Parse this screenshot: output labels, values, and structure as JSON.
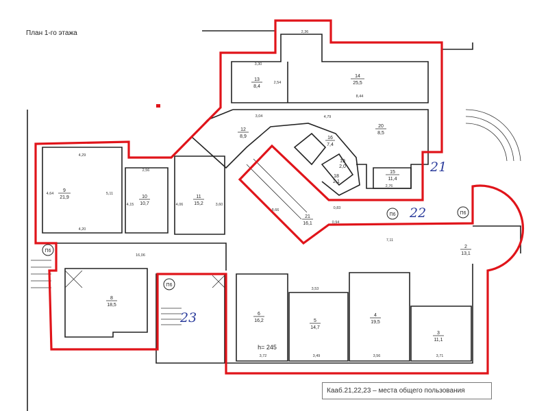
{
  "title": "План 1-го этажа",
  "legend": "Кааб.21,22,23 – места общего пользования",
  "ceiling_height": "h= 245",
  "common_areas": [
    "21",
    "22",
    "23"
  ],
  "stair_mark": "П6",
  "rooms": [
    {
      "num": "13",
      "area": "8,4"
    },
    {
      "num": "14",
      "area": "25,5"
    },
    {
      "num": "12",
      "area": "8,9"
    },
    {
      "num": "20",
      "area": "8,5"
    },
    {
      "num": "16",
      "area": "7,4"
    },
    {
      "num": "19",
      "area": "2,0"
    },
    {
      "num": "18",
      "area": "2,1"
    },
    {
      "num": "15",
      "area": "11,4"
    },
    {
      "num": "21",
      "area": "16,1"
    },
    {
      "num": "9",
      "area": "21,9"
    },
    {
      "num": "10",
      "area": "10,7"
    },
    {
      "num": "11",
      "area": "15,2"
    },
    {
      "num": "8",
      "area": "18,5"
    },
    {
      "num": "6",
      "area": "16,2"
    },
    {
      "num": "5",
      "area": "14,7"
    },
    {
      "num": "4",
      "area": "19,5"
    },
    {
      "num": "3",
      "area": "11,1"
    },
    {
      "num": "2",
      "area": "13,1"
    }
  ],
  "dimensions": [
    "2,36",
    "3,30",
    "2,54",
    "8,44",
    "3,04",
    "4,79",
    "4,29",
    "5,11",
    "4,64",
    "4,20",
    "2,56",
    "4,15",
    "4,06",
    "3,60",
    "16,06",
    "3,53",
    "3,49",
    "3,56",
    "3,71",
    "3,72",
    "7,11",
    "0,83",
    "0,94",
    "2,76",
    "8,66"
  ],
  "colors": {
    "outline": "#e0141a",
    "handwriting": "#2b3c9c"
  }
}
